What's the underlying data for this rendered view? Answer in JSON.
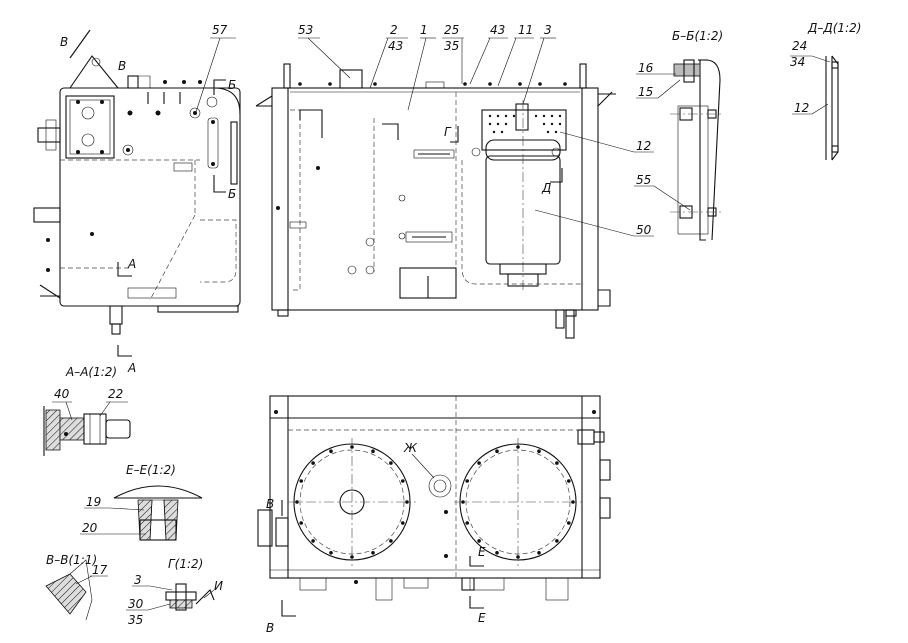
{
  "callouts": {
    "front": [
      "57"
    ],
    "side": [
      "53",
      "2",
      "43",
      "1",
      "25",
      "35",
      "43",
      "11",
      "3",
      "12",
      "50"
    ],
    "bb": [
      "16",
      "15",
      "55"
    ],
    "dd": [
      "24",
      "34",
      "12"
    ],
    "aa": [
      "40",
      "22"
    ],
    "ee": [
      "19",
      "20"
    ],
    "vv": [
      "17"
    ],
    "gg": [
      "3",
      "30",
      "35",
      "И"
    ]
  },
  "section_marks": {
    "v_top": "В",
    "v_top2": "В",
    "b_top": "Б",
    "b_bottom": "Б",
    "a_top": "А",
    "a_bottom": "А",
    "g": "Г",
    "d": "Д",
    "zh": "Ж",
    "v_left_top": "В",
    "v_left_bottom": "В",
    "e_top": "Е",
    "e_bottom": "Е"
  },
  "section_titles": {
    "bb": "Б–Б(1:2)",
    "dd": "Д–Д(1:2)",
    "aa": "А–А(1:2)",
    "ee": "Е–Е(1:2)",
    "vv": "В–В(1:1)",
    "gg": "Г(1:2)"
  }
}
